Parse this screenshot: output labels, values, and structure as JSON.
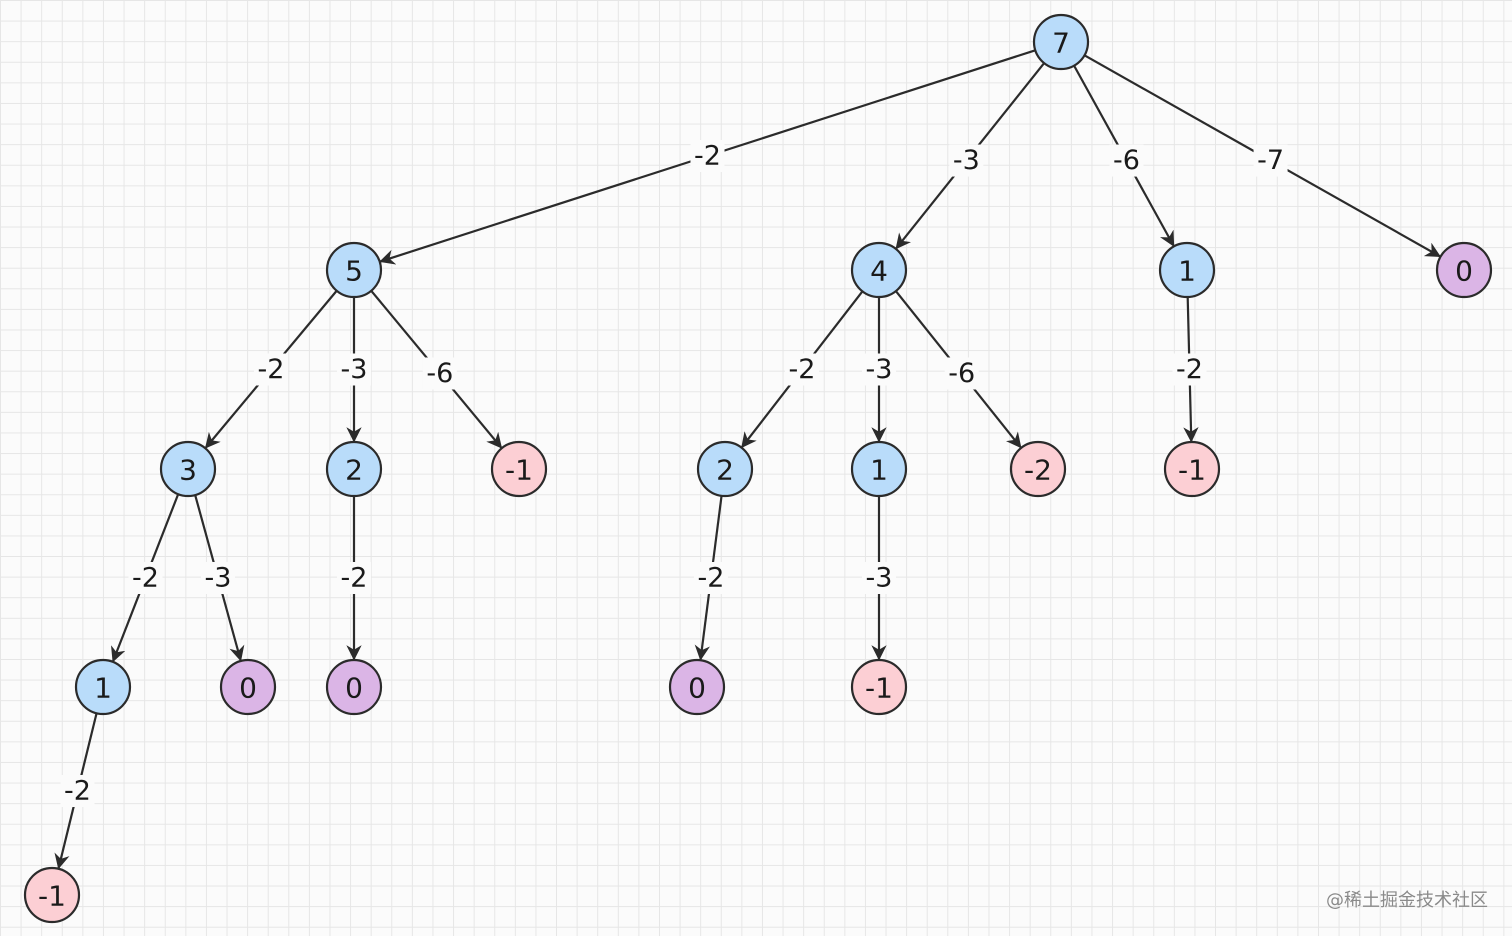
{
  "colors": {
    "positive": "#b9dcfa",
    "zero": "#dbb5e6",
    "negative": "#fccfd4",
    "stroke": "#2b2b2b"
  },
  "nodes": [
    {
      "id": "n7",
      "value": "7",
      "type": "positive"
    },
    {
      "id": "n5",
      "value": "5",
      "type": "positive"
    },
    {
      "id": "n4",
      "value": "4",
      "type": "positive"
    },
    {
      "id": "n1a",
      "value": "1",
      "type": "positive"
    },
    {
      "id": "n0a",
      "value": "0",
      "type": "zero"
    },
    {
      "id": "n3",
      "value": "3",
      "type": "positive"
    },
    {
      "id": "n2a",
      "value": "2",
      "type": "positive"
    },
    {
      "id": "nm1a",
      "value": "-1",
      "type": "negative"
    },
    {
      "id": "n2b",
      "value": "2",
      "type": "positive"
    },
    {
      "id": "n1b",
      "value": "1",
      "type": "positive"
    },
    {
      "id": "nm2",
      "value": "-2",
      "type": "negative"
    },
    {
      "id": "nm1b",
      "value": "-1",
      "type": "negative"
    },
    {
      "id": "n1c",
      "value": "1",
      "type": "positive"
    },
    {
      "id": "n0b",
      "value": "0",
      "type": "zero"
    },
    {
      "id": "n0c",
      "value": "0",
      "type": "zero"
    },
    {
      "id": "n0d",
      "value": "0",
      "type": "zero"
    },
    {
      "id": "nm1c",
      "value": "-1",
      "type": "negative"
    },
    {
      "id": "nm1d",
      "value": "-1",
      "type": "negative"
    }
  ],
  "edges": [
    {
      "from": "n7",
      "to": "n5",
      "label": "-2"
    },
    {
      "from": "n7",
      "to": "n4",
      "label": "-3"
    },
    {
      "from": "n7",
      "to": "n1a",
      "label": "-6"
    },
    {
      "from": "n7",
      "to": "n0a",
      "label": "-7"
    },
    {
      "from": "n5",
      "to": "n3",
      "label": "-2"
    },
    {
      "from": "n5",
      "to": "n2a",
      "label": "-3"
    },
    {
      "from": "n5",
      "to": "nm1a",
      "label": "-6"
    },
    {
      "from": "n4",
      "to": "n2b",
      "label": "-2"
    },
    {
      "from": "n4",
      "to": "n1b",
      "label": "-3"
    },
    {
      "from": "n4",
      "to": "nm2",
      "label": "-6"
    },
    {
      "from": "n1a",
      "to": "nm1b",
      "label": "-2"
    },
    {
      "from": "n3",
      "to": "n1c",
      "label": "-2"
    },
    {
      "from": "n3",
      "to": "n0b",
      "label": "-3"
    },
    {
      "from": "n2a",
      "to": "n0c",
      "label": "-2"
    },
    {
      "from": "n2b",
      "to": "n0d",
      "label": "-2"
    },
    {
      "from": "n1b",
      "to": "nm1c",
      "label": "-3"
    },
    {
      "from": "n1c",
      "to": "nm1d",
      "label": "-2"
    }
  ],
  "watermark": "@稀土掘金技术社区"
}
